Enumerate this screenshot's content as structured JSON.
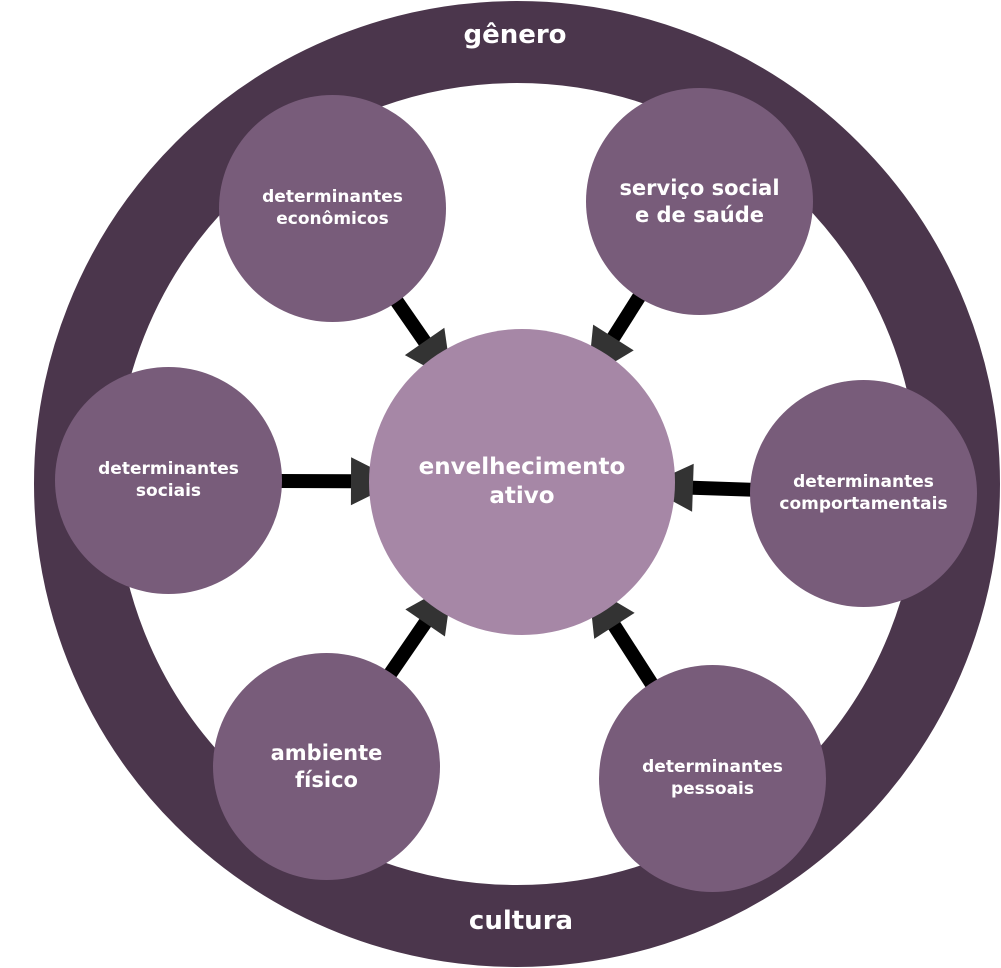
{
  "colors": {
    "ring": "#4b364c",
    "outer_node": "#785c7a",
    "center_node": "#a687a6",
    "arrow_shaft": "#000000",
    "arrow_head": "#333333",
    "text": "#ffffff"
  },
  "ring": {
    "top_label": "gênero",
    "bottom_label": "cultura"
  },
  "center": {
    "label": "envelhecimento\nativo"
  },
  "nodes": {
    "economicos": {
      "label": "determinantes\neconômicos"
    },
    "servico": {
      "label": "serviço social\ne de saúde"
    },
    "sociais": {
      "label": "determinantes\nsociais"
    },
    "comportamentais": {
      "label": "determinantes\ncomportamentais"
    },
    "ambiente": {
      "label": "ambiente\nfísico"
    },
    "pessoais": {
      "label": "determinantes\npessoais"
    }
  },
  "edges": [
    {
      "from": "economicos",
      "to": "center"
    },
    {
      "from": "servico",
      "to": "center"
    },
    {
      "from": "sociais",
      "to": "center"
    },
    {
      "from": "comportamentais",
      "to": "center"
    },
    {
      "from": "ambiente",
      "to": "center"
    },
    {
      "from": "pessoais",
      "to": "center"
    }
  ]
}
